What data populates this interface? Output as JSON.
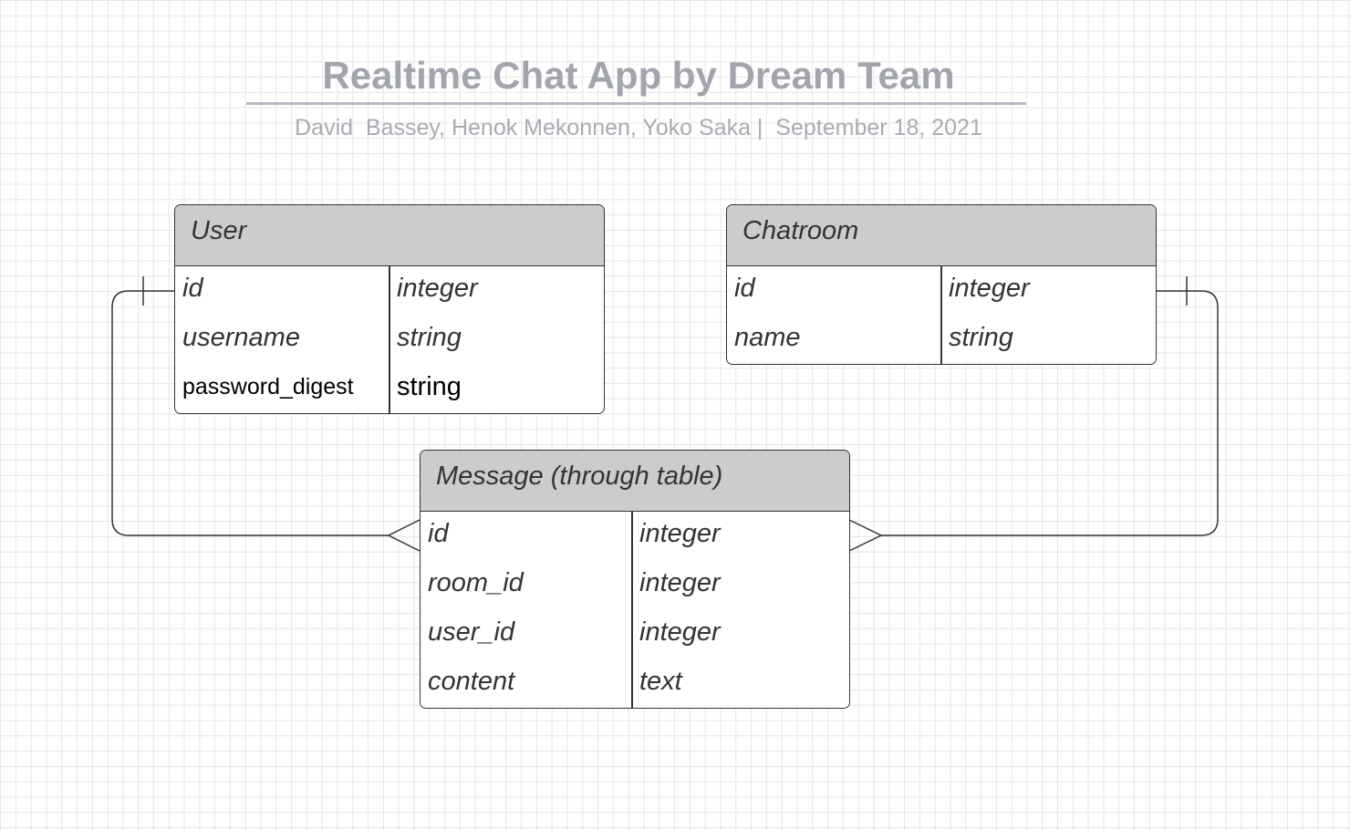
{
  "header": {
    "title": "Realtime Chat App by Dream Team",
    "subtitle": "David  Bassey, Henok Mekonnen, Yoko Saka |  September 18, 2021"
  },
  "entities": {
    "user": {
      "name": "User",
      "fields": [
        {
          "name": "id",
          "type": "integer"
        },
        {
          "name": "username",
          "type": "string"
        },
        {
          "name": "password_digest",
          "type": "string"
        }
      ]
    },
    "chatroom": {
      "name": "Chatroom",
      "fields": [
        {
          "name": "id",
          "type": "integer"
        },
        {
          "name": "name",
          "type": "string"
        }
      ]
    },
    "message": {
      "name": "Message (through table)",
      "fields": [
        {
          "name": "id",
          "type": "integer"
        },
        {
          "name": "room_id",
          "type": "integer"
        },
        {
          "name": "user_id",
          "type": "integer"
        },
        {
          "name": "content",
          "type": "text"
        }
      ]
    }
  },
  "relationships": [
    {
      "from": "User",
      "to": "Message (through table)",
      "from_cardinality": "one",
      "to_cardinality": "many"
    },
    {
      "from": "Chatroom",
      "to": "Message (through table)",
      "from_cardinality": "one",
      "to_cardinality": "many"
    }
  ],
  "colors": {
    "header_fill": "#cccccc",
    "border": "#333333",
    "title_text": "#a3a5ad",
    "grid_line": "#e6e6e6"
  }
}
